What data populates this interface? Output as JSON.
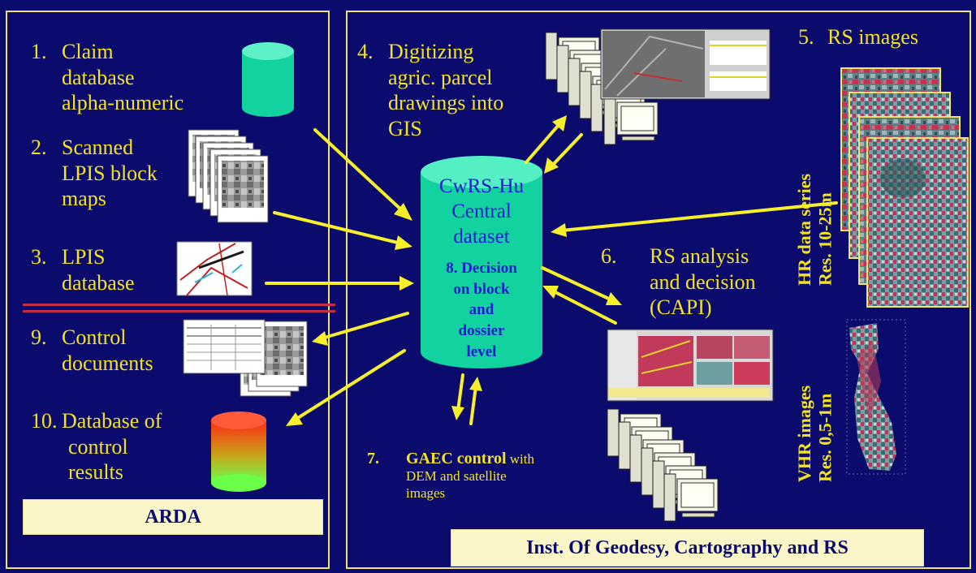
{
  "items": {
    "i1": {
      "num": "1.",
      "text": [
        "Claim",
        "database",
        "alpha-numeric"
      ]
    },
    "i2": {
      "num": "2.",
      "text": [
        "Scanned",
        "LPIS block",
        "maps"
      ]
    },
    "i3": {
      "num": "3.",
      "text": [
        "LPIS",
        "database"
      ]
    },
    "i9": {
      "num": "9.",
      "text": [
        "Control",
        "documents"
      ]
    },
    "i10": {
      "num": "10.",
      "text": [
        "Database of",
        "control",
        "results"
      ]
    },
    "i4": {
      "num": "4.",
      "text": [
        "Digitizing",
        "agric. parcel",
        "drawings into",
        "GIS"
      ]
    },
    "i5": {
      "num": "5.",
      "text": "RS images"
    },
    "i6": {
      "num": "6.",
      "text": [
        "RS analysis",
        "and decision",
        "(CAPI)"
      ]
    },
    "i7": {
      "num": "7.",
      "bold": "GAEC control",
      "rest": " with",
      "line2": "DEM and satellite",
      "line3": "images"
    }
  },
  "central": {
    "line1": "CwRS-Hu",
    "line2": "Central",
    "line3": "dataset",
    "decision": [
      "8. Decision",
      "on block",
      "and",
      "dossier",
      "level"
    ]
  },
  "labels": {
    "hr": {
      "line1": "HR data series",
      "line2": "Res. 10-25m"
    },
    "vhr": {
      "line1": "VHR images",
      "line2": "Res. 0,5-1m"
    }
  },
  "boxes": {
    "arda": "ARDA",
    "inst": "Inst. Of Geodesy, Cartography and RS"
  },
  "colors": {
    "background": "#0b0b6e",
    "text": "#f4e31f",
    "arrow": "#f7ef2a",
    "cylinder": "#12d3a0",
    "box": "#fbf6c8"
  }
}
